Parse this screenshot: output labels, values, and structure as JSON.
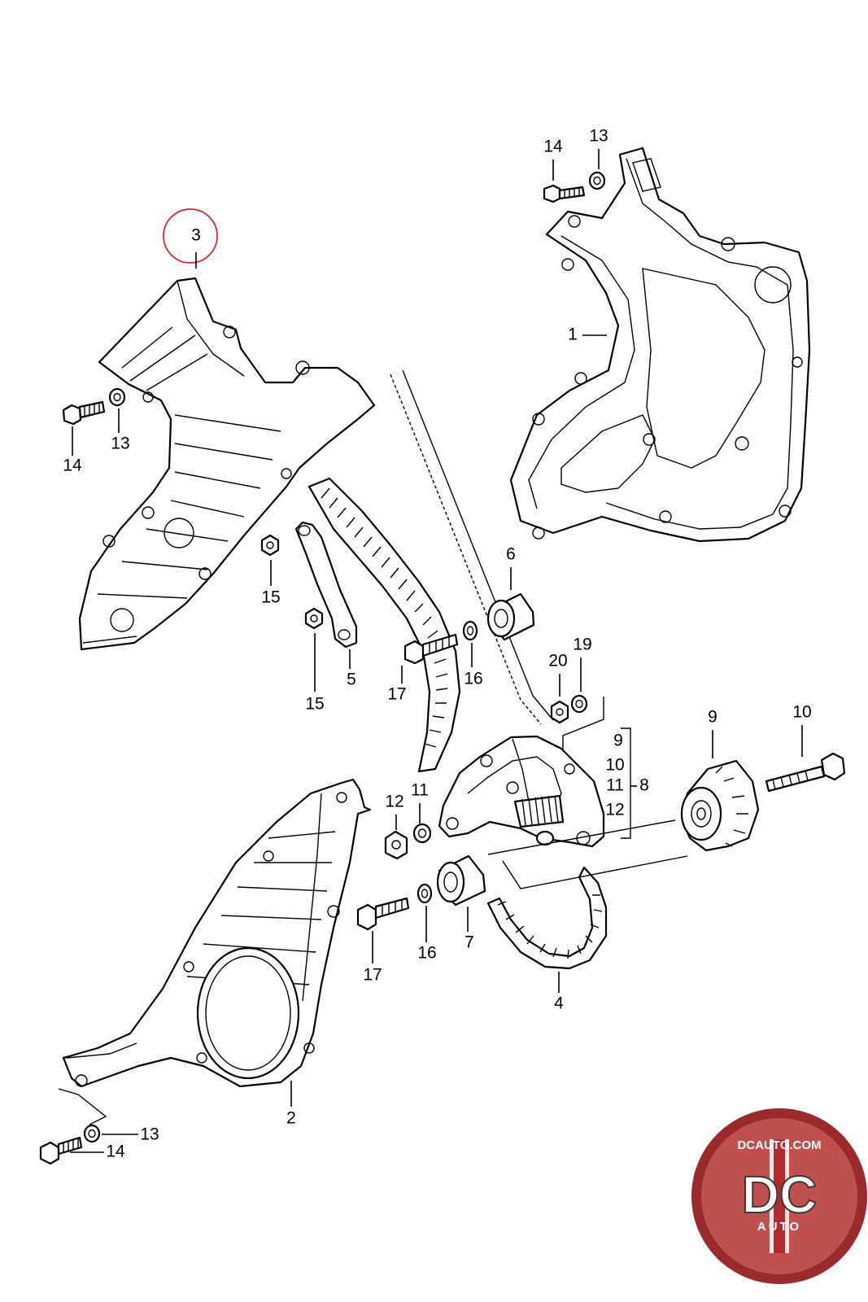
{
  "diagram": {
    "highlight_color": "#d9262e",
    "line_color": "#000000",
    "callouts": {
      "c3_top": "3",
      "c14_topright": "14",
      "c13_topright": "13",
      "c1": "1",
      "c14_left": "14",
      "c13_left": "13",
      "c15_a": "15",
      "c15_b": "15",
      "c5": "5",
      "c6": "6",
      "c17_a": "17",
      "c16_a": "16",
      "c20": "20",
      "c19": "19",
      "c9_bracket": "9",
      "c10_bracket": "10",
      "c11_bracket": "11",
      "c12_bracket": "12",
      "c8": "8",
      "c9_gear": "9",
      "c10_bolt": "10",
      "c12_nut": "12",
      "c11_washer": "11",
      "c17_b": "17",
      "c16_b": "16",
      "c7": "7",
      "c4": "4",
      "c2": "2",
      "c13_bottom": "13",
      "c14_bottom": "14"
    }
  },
  "logo": {
    "top_text": "DCAUTO.COM",
    "big_text": "DC",
    "sub_text": "AUTO",
    "ring_color": "#9a2a2c",
    "inner_color": "#c0504d"
  }
}
